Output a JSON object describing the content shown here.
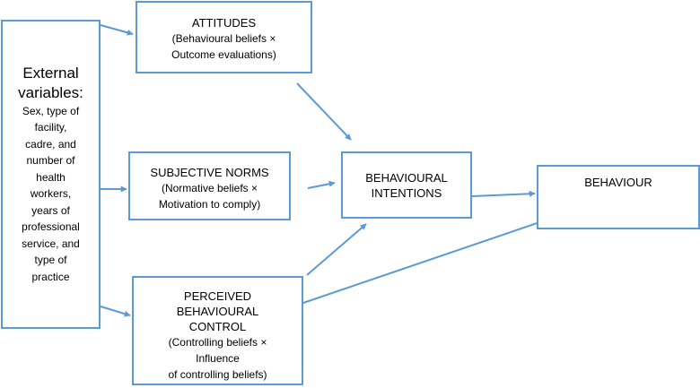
{
  "diagram": {
    "external": {
      "heading_lines": [
        "External",
        "variables:"
      ],
      "detail_lines": [
        "Sex, type of",
        "facility,",
        "cadre, and",
        "number of",
        "health",
        "workers,",
        "years of",
        "professional",
        "service, and",
        "type of",
        "practice"
      ]
    },
    "attitudes": {
      "title": "ATTITUDES",
      "detail_lines": [
        "(Behavioural beliefs ×",
        "Outcome evaluations)"
      ]
    },
    "subjective_norms": {
      "title": "SUBJECTIVE NORMS",
      "detail_lines": [
        "(Normative beliefs ×",
        "Motivation to comply)"
      ]
    },
    "behavioural_intentions": {
      "title_lines": [
        "BEHAVIOURAL",
        "INTENTIONS"
      ]
    },
    "behaviour": {
      "title": "BEHAVIOUR"
    },
    "perceived_control": {
      "title_lines": [
        "PERCEIVED",
        "BEHAVIOURAL",
        "CONTROL"
      ],
      "detail_lines": [
        "(Controlling beliefs ×",
        "Influence",
        "of controlling beliefs)"
      ]
    },
    "connections": [
      {
        "from": "External variables",
        "to": "ATTITUDES"
      },
      {
        "from": "External variables",
        "to": "SUBJECTIVE NORMS"
      },
      {
        "from": "External variables",
        "to": "PERCEIVED BEHAVIOURAL CONTROL"
      },
      {
        "from": "ATTITUDES",
        "to": "BEHAVIOURAL INTENTIONS"
      },
      {
        "from": "SUBJECTIVE NORMS",
        "to": "BEHAVIOURAL INTENTIONS"
      },
      {
        "from": "PERCEIVED BEHAVIOURAL CONTROL",
        "to": "BEHAVIOURAL INTENTIONS"
      },
      {
        "from": "BEHAVIOURAL INTENTIONS",
        "to": "BEHAVIOUR"
      },
      {
        "from": "PERCEIVED BEHAVIOURAL CONTROL",
        "to": "BEHAVIOUR"
      }
    ],
    "colors": {
      "box_border": "#5b9bd5",
      "arrow": "#5b9bd5",
      "text": "#000000"
    }
  }
}
